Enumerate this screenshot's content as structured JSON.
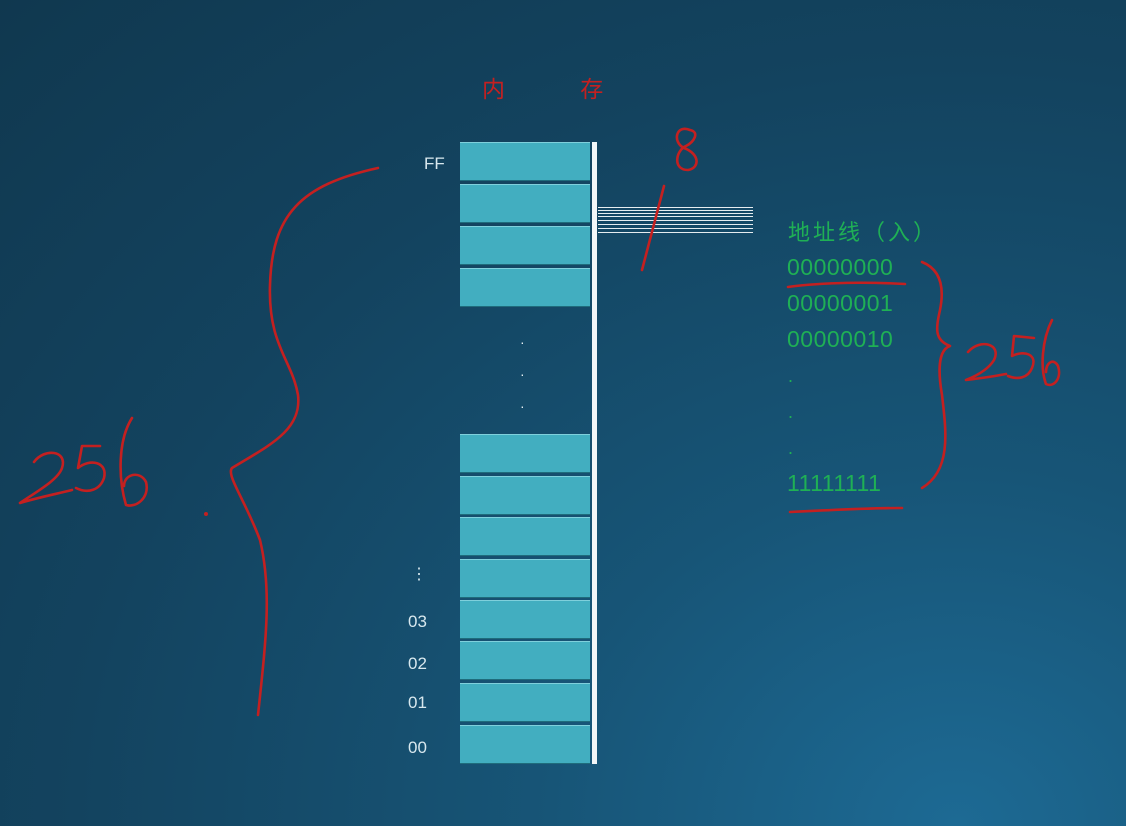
{
  "diagram": {
    "title": "内 存",
    "memory_addresses": {
      "top": "FF",
      "vertical_ellipsis": "⋮",
      "a03": "03",
      "a02": "02",
      "a01": "01",
      "a00": "00"
    },
    "middle_dots": [
      "·",
      "·",
      "·"
    ],
    "address_bus": {
      "title": "地址线（入）",
      "width_annotation": "8",
      "values": [
        "00000000",
        "00000001",
        "00000010"
      ],
      "ellipsis": [
        ".",
        ".",
        "."
      ],
      "last_value": "11111111",
      "brace_annotation": "256"
    },
    "left_annotation": "256",
    "colors": {
      "cell": "#42aec0",
      "bus_text": "#1fb055",
      "ink": "#c42020"
    }
  }
}
